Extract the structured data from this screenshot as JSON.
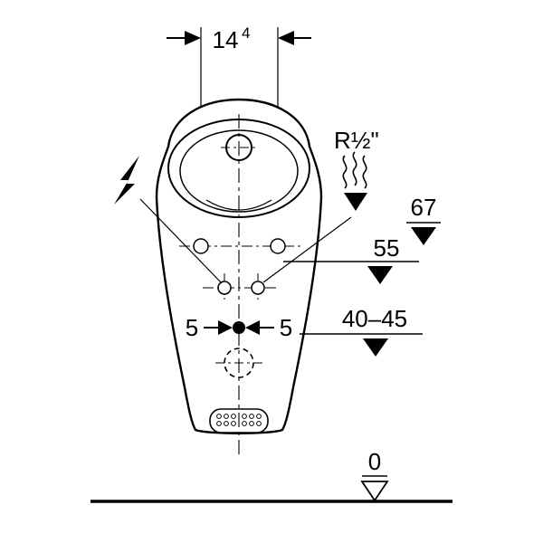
{
  "title": "Urinal installation dimension drawing",
  "labels": {
    "top_width": "14",
    "top_width_sup": "4",
    "connection": "R½\"",
    "height_upper": "67",
    "height_mid": "55",
    "height_outlet": "40–45",
    "offset_left": "5",
    "offset_right": "5",
    "floor_level": "0"
  },
  "colors": {
    "line": "#000000",
    "background": "#ffffff"
  }
}
